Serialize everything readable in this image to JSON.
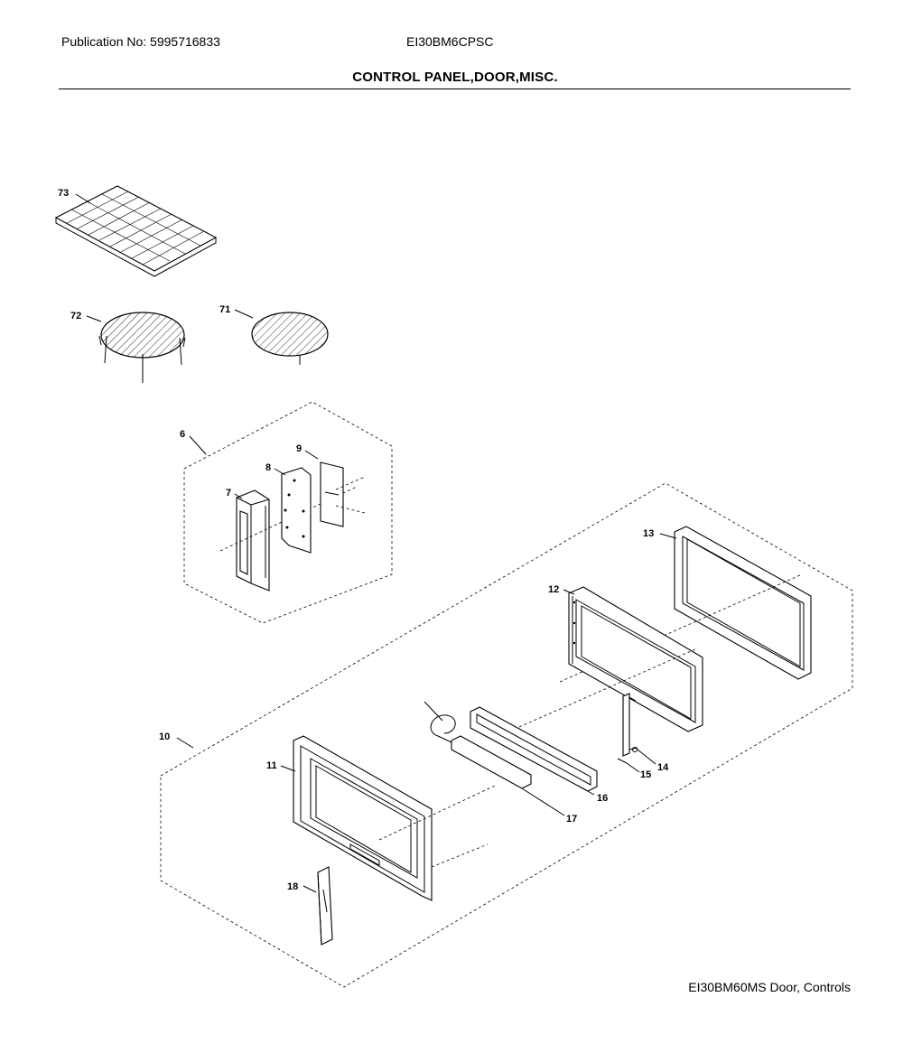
{
  "header": {
    "publication": "Publication No: 5995716833",
    "model": "EI30BM6CPSC",
    "title": "CONTROL PANEL,DOOR,MISC."
  },
  "footer": {
    "caption": "EI30BM60MS Door, Controls"
  },
  "callouts": {
    "p73": "73",
    "p72": "72",
    "p71": "71",
    "p6": "6",
    "p7": "7",
    "p8": "8",
    "p9": "9",
    "p10": "10",
    "p11": "11",
    "p12": "12",
    "p13": "13",
    "p14": "14",
    "p15": "15",
    "p16": "16",
    "p17": "17",
    "p18": "18"
  }
}
